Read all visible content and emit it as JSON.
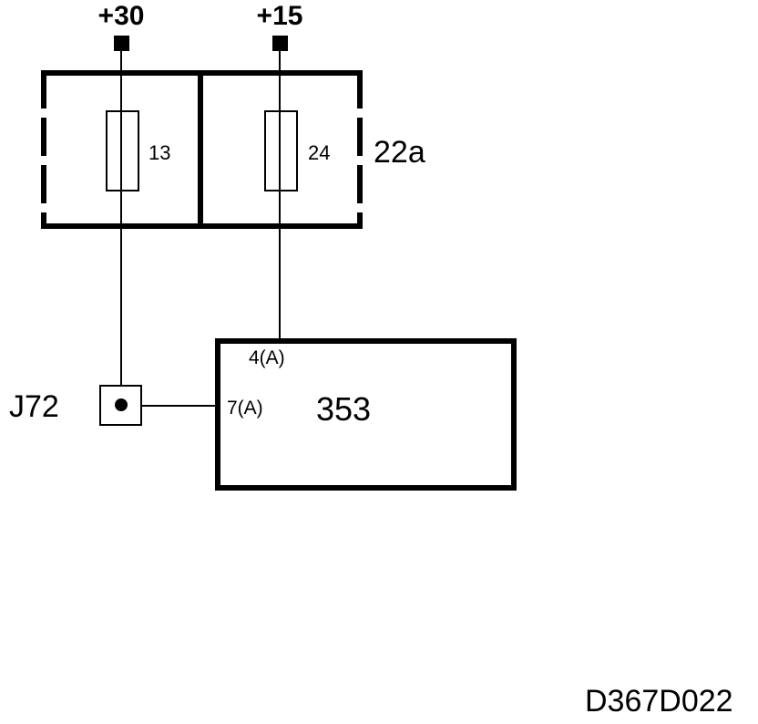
{
  "supplies": {
    "plus30": "+30",
    "plus15": "+15"
  },
  "fuse_box": {
    "label": "22a",
    "fuses": [
      {
        "label": "13"
      },
      {
        "label": "24"
      }
    ]
  },
  "junction": {
    "label": "J72"
  },
  "module": {
    "label": "353",
    "pins": [
      {
        "label": "4(A)"
      },
      {
        "label": "7(A)"
      }
    ]
  },
  "figure_code": "D367D022",
  "colors": {
    "ink": "#000000",
    "background": "#ffffff"
  }
}
